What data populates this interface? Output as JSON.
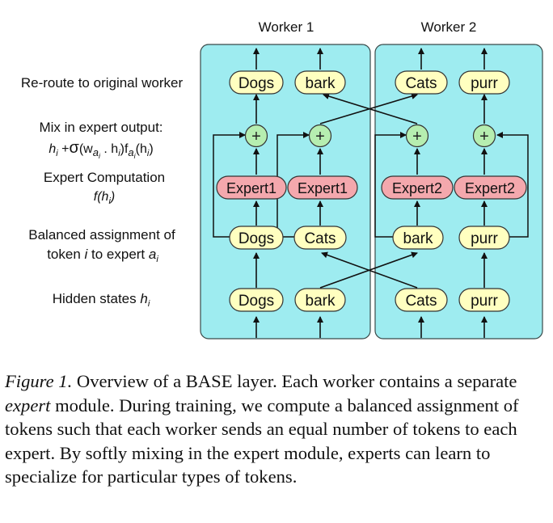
{
  "workers": [
    "Worker 1",
    "Worker 2"
  ],
  "row_labels": {
    "reroute": "Re-route to original worker",
    "mix": "Mix in expert output:",
    "expert_computation": "Expert Computation",
    "balanced_line1": "Balanced assignment of",
    "hidden": "Hidden states"
  },
  "math": {
    "mix_h": "h",
    "mix_i": "i",
    "mix_rest1": " +",
    "sigma": "σ",
    "mix_rest2": "(w",
    "mix_a": "a",
    "mix_ai": "i",
    "mix_rest3": " . h",
    "mix_i2": "i",
    "mix_rest4": ")f",
    "mix_a2": "a",
    "mix_ai2": "i",
    "mix_rest5": "(h",
    "mix_i3": "i",
    "mix_rest6": ")",
    "f": "f(h",
    "f_i": "i",
    "f_close": ")",
    "token_pre": "token ",
    "token_i": "i",
    "token_mid": " to expert ",
    "token_a": "a",
    "token_ai": "i",
    "hidden_h": "h",
    "hidden_i": "i"
  },
  "rows": {
    "output": [
      "Dogs",
      "bark",
      "Cats",
      "purr"
    ],
    "plus": [
      "+",
      "+",
      "+",
      "+"
    ],
    "experts": [
      "Expert1",
      "Expert1",
      "Expert2",
      "Expert2"
    ],
    "assigned": [
      "Dogs",
      "Cats",
      "bark",
      "purr"
    ],
    "hidden": [
      "Dogs",
      "bark",
      "Cats",
      "purr"
    ]
  },
  "caption": {
    "figure_label": "Figure 1.",
    "text1": " Overview of a BASE layer.  Each worker contains a separate ",
    "expert_word": "expert",
    "text2": " module. During training, we compute a balanced assignment of tokens such that each worker sends an equal number of tokens to each expert. By softly mixing in the expert module, experts can learn to specialize for particular types of tokens."
  },
  "colors": {
    "worker_fill": "#9eecf0",
    "token_fill": "#ffffc0",
    "expert_fill": "#f4a8ad",
    "plus_fill": "#b6eeb0"
  }
}
